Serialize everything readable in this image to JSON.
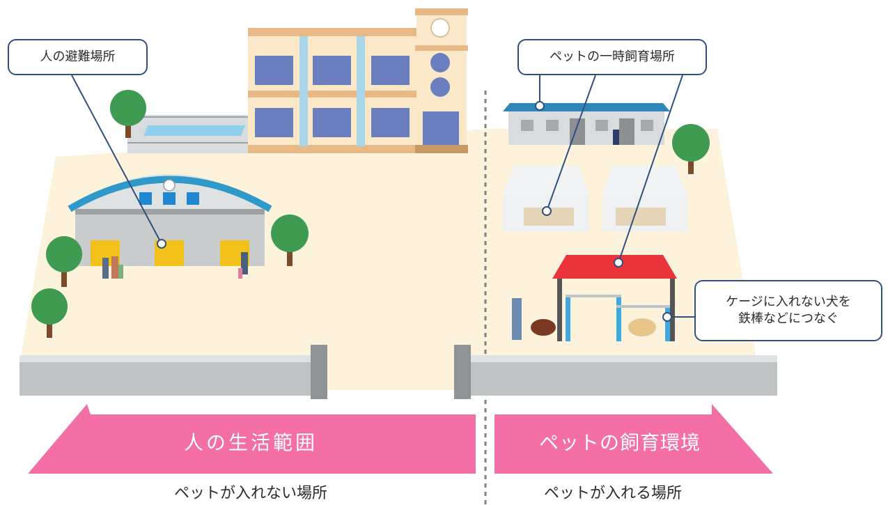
{
  "callouts": {
    "evacuation": "人の避難場所",
    "pet_shelter": "ペットの一時飼育場所",
    "tie_line1": "ケージに入れない犬を",
    "tie_line2": "鉄棒などにつなぐ"
  },
  "banners": {
    "human": "人の生活範囲",
    "pet": "ペットの飼育環境"
  },
  "captions": {
    "no_pet": "ペットが入れない場所",
    "pet_ok": "ペットが入れる場所"
  },
  "colors": {
    "ground": "#fdf3dc",
    "banner_pink": "#f56fa7",
    "callout_border": "#2f4f7f",
    "roof_blue": "#2f86b8",
    "roof_red": "#e8343a",
    "wall_gray": "#bfc3c4",
    "tree_green": "#3f9a52"
  }
}
